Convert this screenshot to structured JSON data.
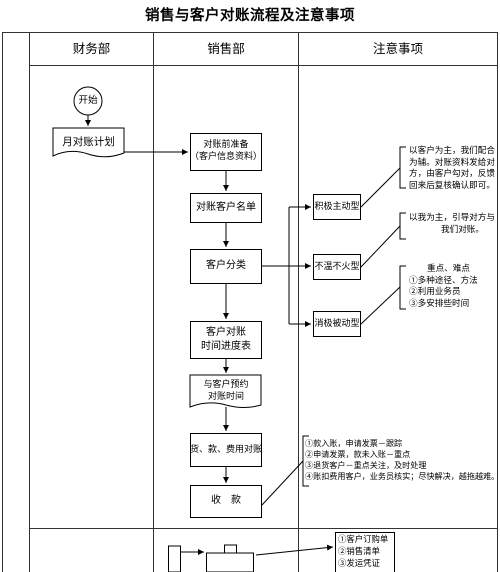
{
  "title": "销售与客户对账流程及注意事项",
  "columns": [
    "财务部",
    "销售部",
    "注意事项"
  ],
  "nodes": {
    "start": "开始",
    "monthly_plan": "月对账计划",
    "prep_line1": "对账前准备",
    "prep_line2": "（客户信息资料）",
    "customer_list": "对账客户名单",
    "classification": "客户分类",
    "schedule_line1": "客户对账",
    "schedule_line2": "时间进度表",
    "appointment_line1": "与客户预约",
    "appointment_line2": "对账时间",
    "reconcile": "货、款、费用对账",
    "collection": "收　款"
  },
  "types": {
    "active": "积极主动型",
    "lukewarm": "不温不火型",
    "passive": "消极被动型"
  },
  "notes": {
    "active": [
      "以客户为主，我们配合",
      "为辅。对账资料发给对",
      "方，由客户勾对，反馈",
      "回来后复核确认即可。"
    ],
    "lukewarm": [
      "以我为主，引导对方与",
      "我们对账。"
    ],
    "passive": [
      "重点、难点",
      "①多种途径、方法",
      "②利用业务员",
      "③多安排些时间"
    ],
    "reconcile": [
      "①款入账，申请发票－跟踪",
      "②申请发票，款未入账－重点",
      "③退货客户－重点关注，及时处理",
      "④账扣费用客户，业务员核实；尽快解决，越拖越难。"
    ],
    "bottom": [
      "①客户订购单",
      "②销售清单",
      "③发运凭证"
    ]
  }
}
